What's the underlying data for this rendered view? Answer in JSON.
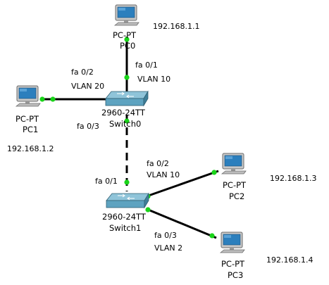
{
  "colors": {
    "link": "#000000",
    "port_up": "#19d419",
    "switch_body": "#5ea3c0",
    "switch_top": "#8fc4d9",
    "screen": "#2c7fbd",
    "monitor": "#c8c8c8"
  },
  "pcs": [
    {
      "id": "pc0",
      "model": "PC-PT",
      "name": "PC0",
      "ip": "192.168.1.1",
      "icon": "pc-icon"
    },
    {
      "id": "pc1",
      "model": "PC-PT",
      "name": "PC1",
      "ip": "192.168.1.2",
      "icon": "pc-icon"
    },
    {
      "id": "pc2",
      "model": "PC-PT",
      "name": "PC2",
      "ip": "192.168.1.3",
      "icon": "pc-icon"
    },
    {
      "id": "pc3",
      "model": "PC-PT",
      "name": "PC3",
      "ip": "192.168.1.4",
      "icon": "pc-icon"
    }
  ],
  "switches": [
    {
      "id": "switch0",
      "model": "2960-24TT",
      "name": "Switch0",
      "icon": "switch-icon"
    },
    {
      "id": "switch1",
      "model": "2960-24TT",
      "name": "Switch1",
      "icon": "switch-icon"
    }
  ],
  "links": [
    {
      "from": "pc0",
      "to": "switch0",
      "port": "fa 0/1",
      "vlan": "VLAN 10",
      "style": "solid"
    },
    {
      "from": "pc1",
      "to": "switch0",
      "port": "fa 0/2",
      "vlan": "VLAN 20",
      "style": "solid"
    },
    {
      "from": "switch0",
      "to": "switch1",
      "port_a": "fa 0/3",
      "port_b": "fa 0/1",
      "style": "dashed"
    },
    {
      "from": "switch1",
      "to": "pc2",
      "port": "fa 0/2",
      "vlan": "VLAN 10",
      "style": "solid"
    },
    {
      "from": "switch1",
      "to": "pc3",
      "port": "fa 0/3",
      "vlan": "VLAN 2",
      "style": "solid"
    }
  ]
}
